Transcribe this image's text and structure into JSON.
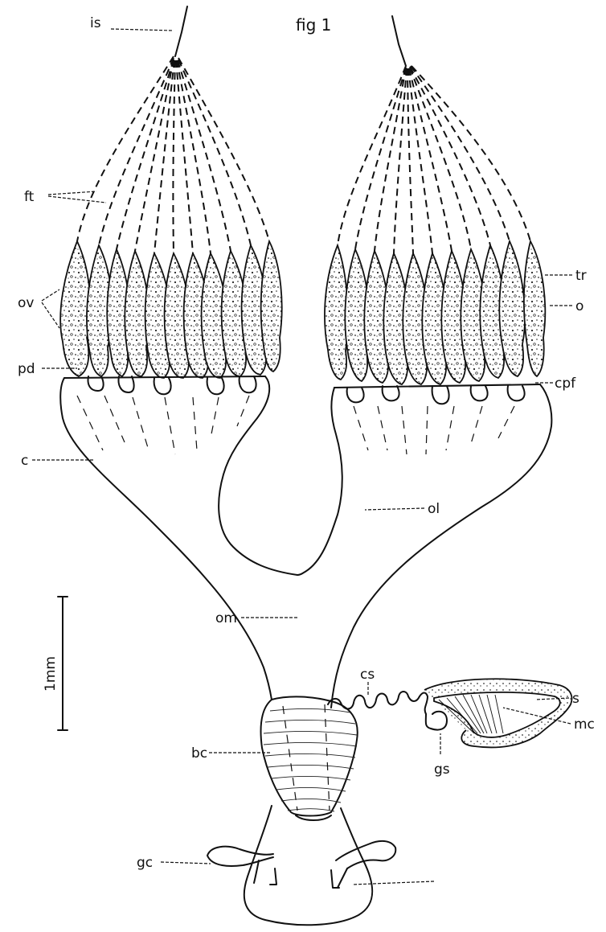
{
  "figure": {
    "title": "fig 1"
  },
  "labels": {
    "is": "is",
    "ft": "ft",
    "ov": "ov",
    "pd": "pd",
    "c": "c",
    "tr": "tr",
    "o": "o",
    "cpf": "cpf",
    "ol": "ol",
    "om": "om",
    "cs": "cs",
    "s": "s",
    "mc": "mc",
    "bc": "bc",
    "gs": "gs",
    "gc": "gc"
  },
  "scale_bar": {
    "label": "1mm"
  }
}
